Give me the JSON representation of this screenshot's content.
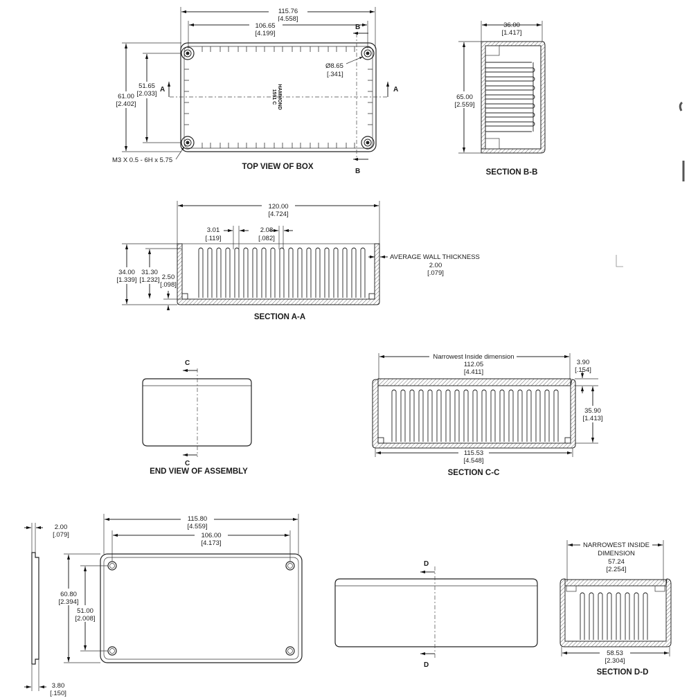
{
  "views": {
    "top": {
      "title": "TOP VIEW OF BOX",
      "overall_length": "115.76",
      "overall_length_in": "[4.558]",
      "hole_span": "106.65",
      "hole_span_in": "[4.199]",
      "height": "61.00",
      "height_in": "[2.402]",
      "hole_height": "51.65",
      "hole_height_in": "[2.033]",
      "boss_dia": "Ø8.65",
      "boss_dia_in": "[.341]",
      "thread_note": "M3 X 0.5 - 6H x 5.75",
      "brand": "HAMMOND",
      "model": "1591 C",
      "section_a": "A",
      "section_b": "B"
    },
    "section_bb": {
      "title": "SECTION  B-B",
      "width": "36.00",
      "width_in": "[1.417]",
      "height": "65.00",
      "height_in": "[2.559]"
    },
    "section_aa": {
      "title": "SECTION  A-A",
      "length": "120.00",
      "length_in": "[4.724]",
      "rib_pitch": "3.01",
      "rib_pitch_in": "[.119]",
      "rib_width": "2.08",
      "rib_width_in": "[.082]",
      "wall_label": "AVERAGE WALL THICKNESS",
      "wall": "2.00",
      "wall_in": "[.079]",
      "depth": "34.00",
      "depth_in": "[1.339]",
      "inside_depth": "31.30",
      "inside_depth_in": "[1.232]",
      "floor": "2.50",
      "floor_in": "[.098]"
    },
    "end_view": {
      "title": "END VIEW OF ASSEMBLY",
      "section_c": "C"
    },
    "section_cc": {
      "title": "SECTION  C-C",
      "inside_label": "Narrowest Inside dimension",
      "inside": "112.05",
      "inside_in": "[4.411]",
      "lid_thk": "3.90",
      "lid_thk_in": "[.154]",
      "height": "35.90",
      "height_in": "[1.413]",
      "outside": "115.53",
      "outside_in": "[4.548]"
    },
    "lid": {
      "thickness": "2.00",
      "thickness_in": "[.079]",
      "total_thk": "3.80",
      "total_thk_in": "[.150]",
      "length": "115.80",
      "length_in": "[4.559]",
      "hole_span": "106.00",
      "hole_span_in": "[4.173]",
      "height": "60.80",
      "height_in": "[2.394]",
      "hole_height": "51.00",
      "hole_height_in": "[2.008]"
    },
    "side_view": {
      "section_d": "D"
    },
    "section_dd": {
      "title": "SECTION  D-D",
      "inside_label_1": "NARROWEST INSIDE",
      "inside_label_2": "DIMENSION",
      "inside": "57.24",
      "inside_in": "[2.254]",
      "outside": "58.53",
      "outside_in": "[2.304]"
    }
  }
}
